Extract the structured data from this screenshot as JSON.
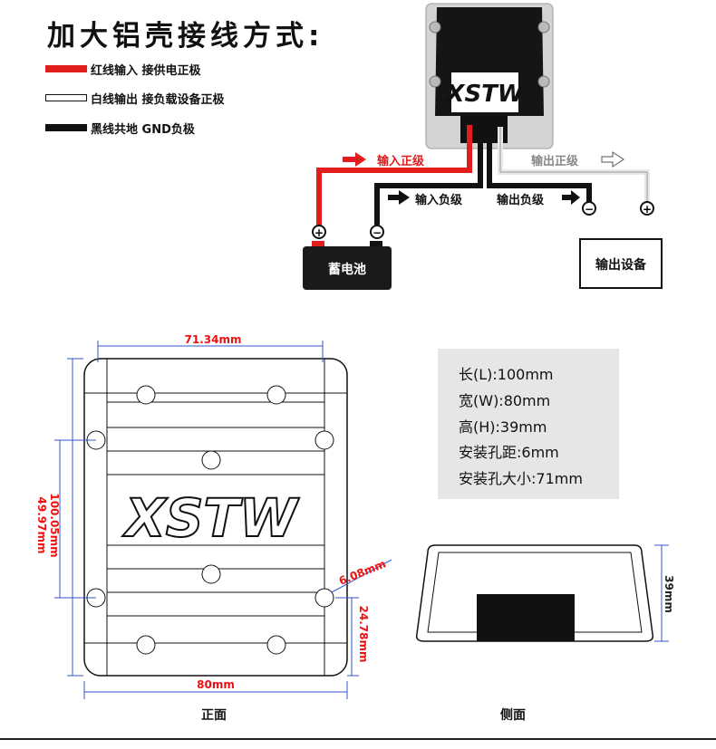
{
  "title": "加大铝壳接线方式:",
  "legend": [
    {
      "label": "红线输入 接供电正极",
      "color": "#e11d1d"
    },
    {
      "label": "白线输出 接负载设备正极",
      "color": "#ffffff"
    },
    {
      "label": "黑线共地 GND负极",
      "color": "#111111"
    }
  ],
  "wiring": {
    "input_positive": "输入正级",
    "output_positive": "输出正级",
    "input_negative": "输入负级",
    "output_negative": "输出负级",
    "battery": "蓄电池",
    "device": "输出设备",
    "plus": "+",
    "minus": "−"
  },
  "brand_logo": "XSTW",
  "front_dims": {
    "hole_spacing_h": "71.34mm",
    "height_overall": "100.05mm",
    "hole_spacing_v": "49.97mm",
    "hole_size": "6.08mm",
    "edge_offset": "24.78mm",
    "width_bottom": "80mm"
  },
  "side_dims": {
    "height": "39mm"
  },
  "specs": [
    "长(L):100mm",
    "宽(W):80mm",
    "高(H):39mm",
    "安装孔距:6mm",
    "安装孔大小:71mm"
  ],
  "captions": {
    "front": "正面",
    "side": "侧面"
  },
  "colors": {
    "red_wire": "#e11d1d",
    "dim_red": "#ee1111",
    "case_gray": "#d9d9d9"
  }
}
